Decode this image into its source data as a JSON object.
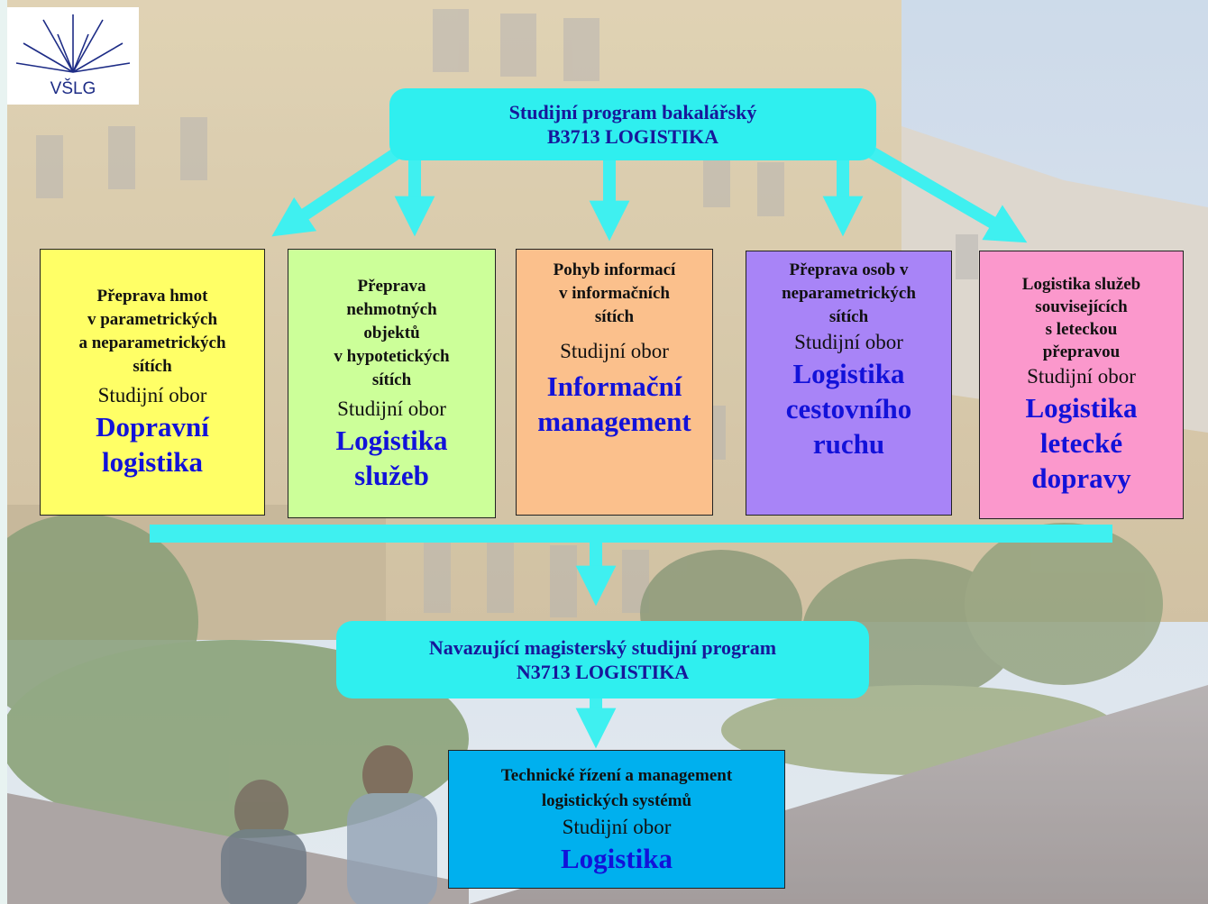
{
  "logo": {
    "text": "VŠLG"
  },
  "bachelor": {
    "line1": "Studijní program bakalářský",
    "line2": "B3713 LOGISTIKA"
  },
  "fields": [
    {
      "subtitle": [
        "Přeprava hmot",
        "v parametrických",
        "a neparametrických",
        "sítích"
      ],
      "label": "Studijní obor",
      "name": [
        "Dopravní",
        "logistika"
      ],
      "color": "#ffff66"
    },
    {
      "subtitle": [
        "Přeprava",
        "nehmotných",
        "objektů",
        "v hypotetických",
        "sítích"
      ],
      "label": "Studijní obor",
      "name": [
        "Logistika",
        "služeb"
      ],
      "color": "#ccff99"
    },
    {
      "subtitle": [
        "Pohyb informací",
        "v informačních",
        "sítích"
      ],
      "label": "Studijní obor",
      "name": [
        "Informační",
        "management"
      ],
      "color": "#fbc08c"
    },
    {
      "subtitle": [
        "Přeprava osob v",
        "neparametrických",
        "sítích"
      ],
      "label": "Studijní obor",
      "name": [
        "Logistika",
        "cestovního",
        "ruchu"
      ],
      "color": "#a884f7"
    },
    {
      "subtitle": [
        "Logistika služeb",
        "souvisejících",
        "s leteckou",
        "přepravou"
      ],
      "label": "Studijní obor",
      "name": [
        "Logistika",
        "letecké",
        "dopravy"
      ],
      "color": "#fb98cc"
    }
  ],
  "master": {
    "line1": "Navazující magisterský studijní program",
    "line2": "N3713 LOGISTIKA"
  },
  "master_field": {
    "subtitle": [
      "Technické řízení a management",
      "logistických systémů"
    ],
    "label": "Studijní obor",
    "name": [
      "Logistika"
    ],
    "color": "#00b0ee"
  },
  "colors": {
    "connector": "#3ff0f0",
    "title_text": "#17179a",
    "field_name": "#1212d9"
  }
}
